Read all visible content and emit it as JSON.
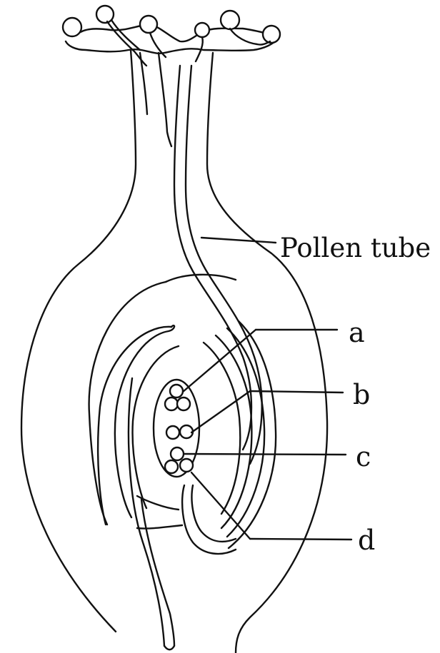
{
  "labels": {
    "pollen_tube": "Pollen tube",
    "a": "a",
    "b": "b",
    "c": "c",
    "d": "d"
  },
  "colors": {
    "ink": "#111111",
    "background": "#ffffff"
  }
}
